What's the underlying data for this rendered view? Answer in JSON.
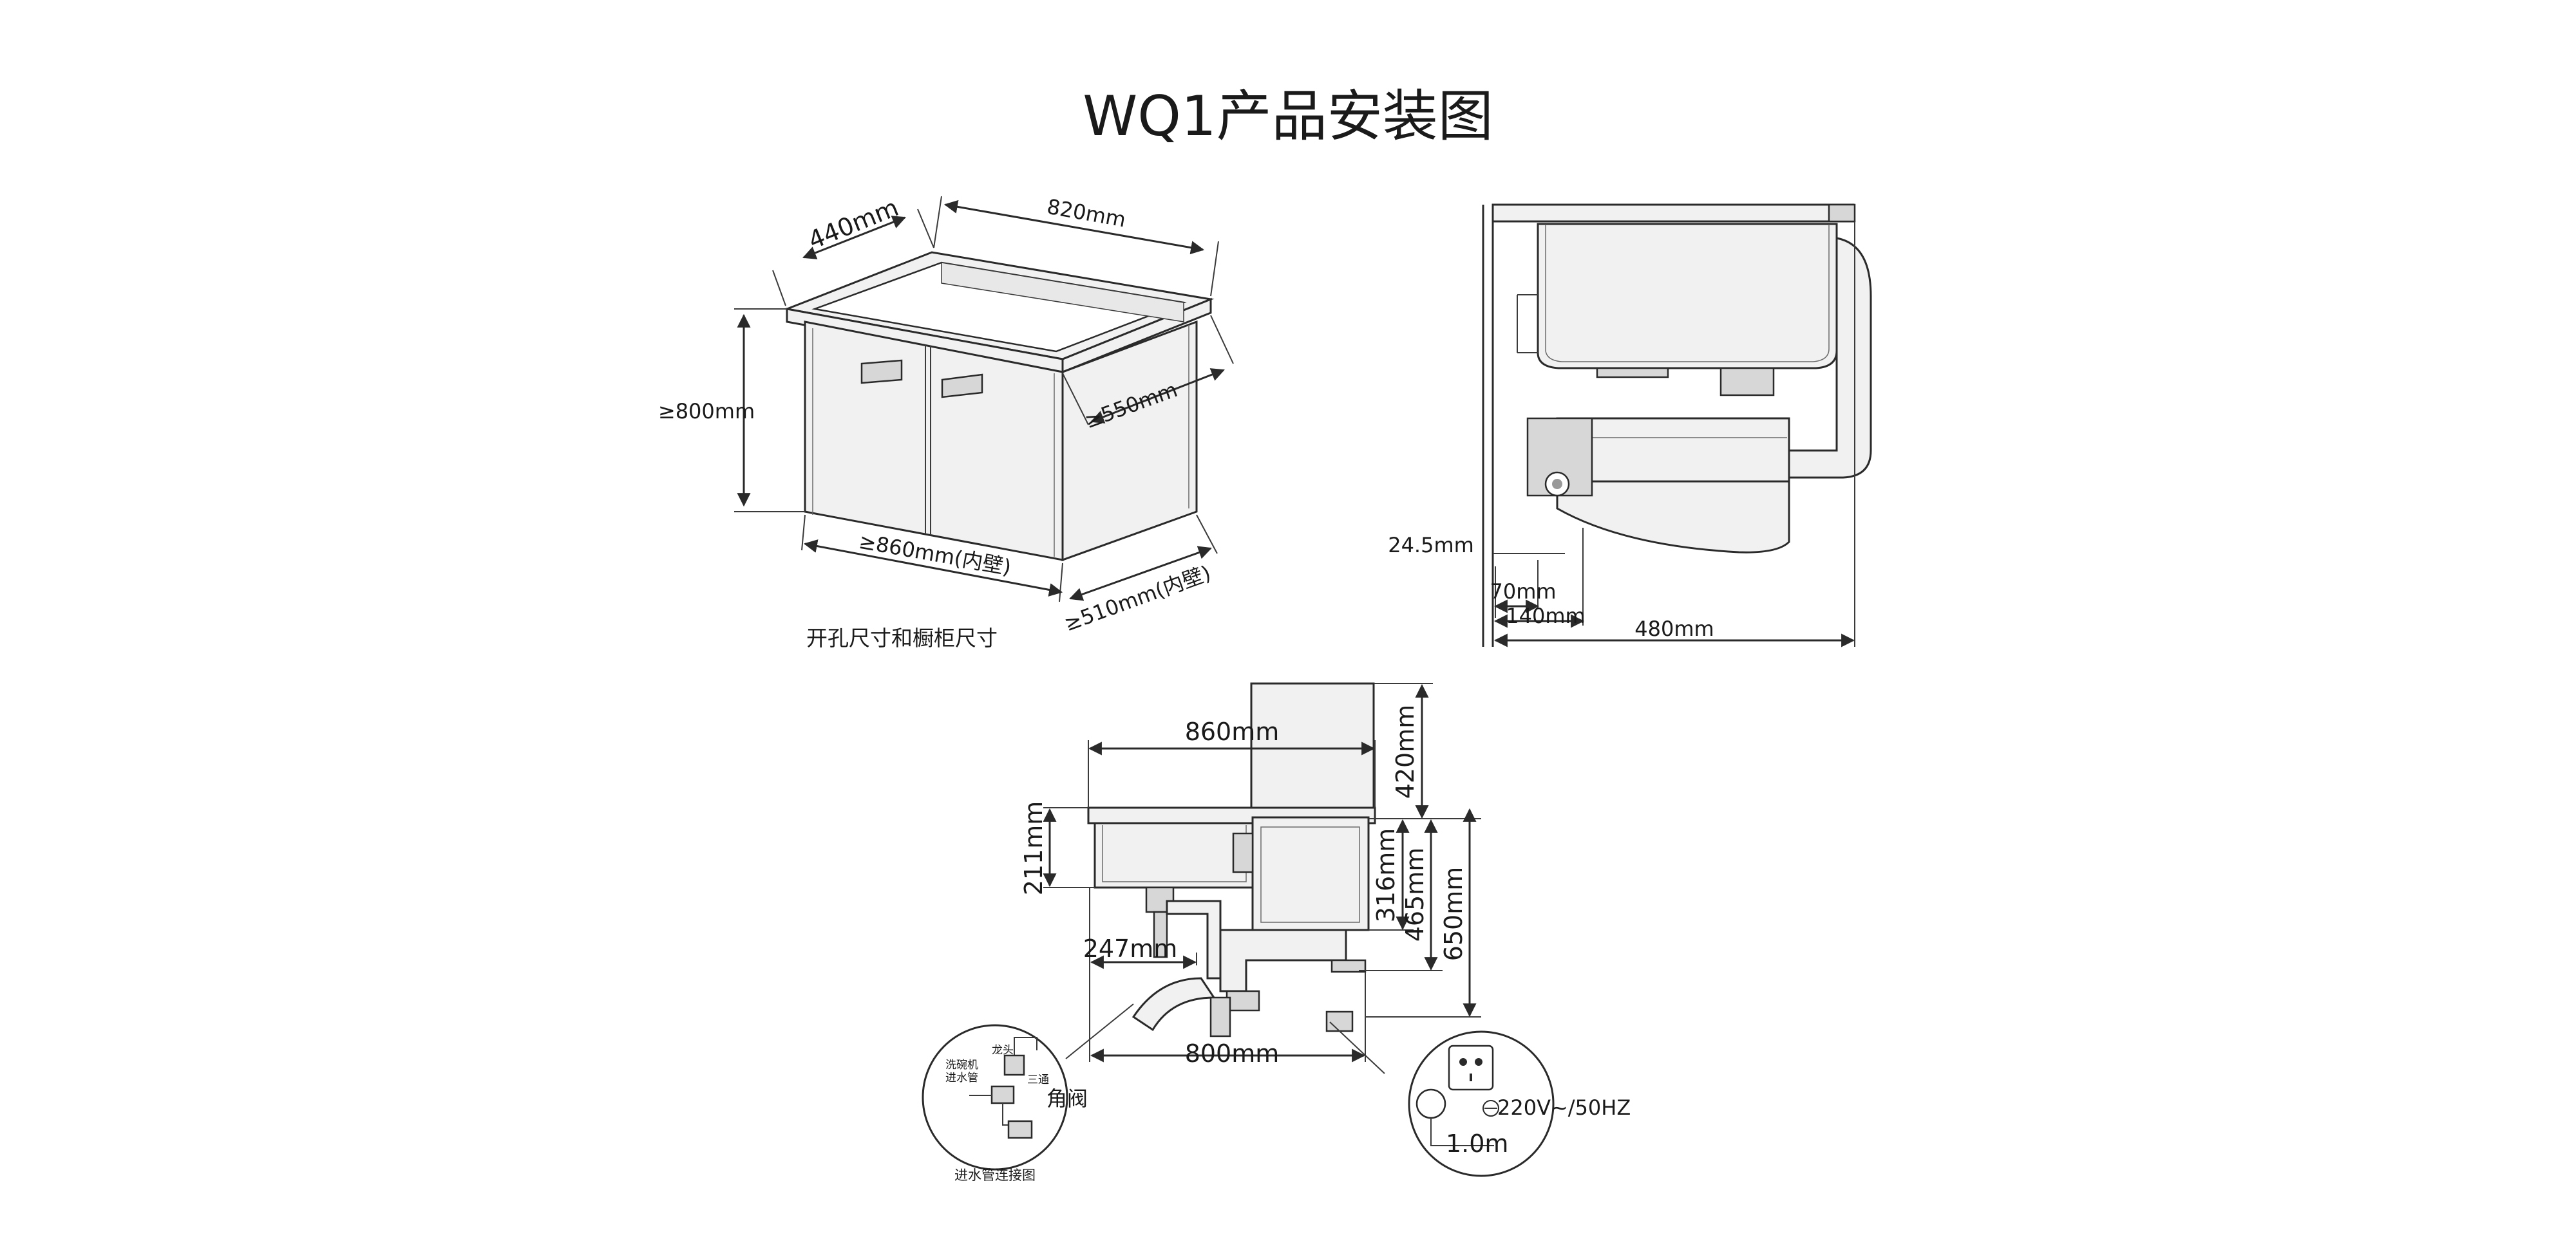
{
  "title": "WQ1产品安装图",
  "top_left": {
    "dim_width": "440mm",
    "dim_length": "820mm",
    "dim_height": "≥800mm",
    "dim_depth": "≥550mm",
    "dim_inner_width": "≥860mm(内壁)",
    "dim_inner_depth": "≥510mm(内壁)",
    "caption": "开孔尺寸和橱柜尺寸"
  },
  "top_right": {
    "dim_overhang": "24.5mm",
    "dim_70": "70mm",
    "dim_140": "140mm",
    "dim_480": "480mm"
  },
  "bottom": {
    "dim_860": "860mm",
    "dim_420": "420mm",
    "dim_211": "211mm",
    "dim_316": "316mm",
    "dim_465": "465mm",
    "dim_650": "650mm",
    "dim_247": "247mm",
    "dim_800": "800mm",
    "detail_left": {
      "faucet": "龙头",
      "dishwasher_inlet_line1": "洗碗机",
      "dishwasher_inlet_line2": "进水管",
      "tee": "三通",
      "angle_valve": "角阀",
      "caption": "进水管连接图"
    },
    "detail_right": {
      "power": "220V~/50HZ",
      "height": "1.0m"
    }
  }
}
